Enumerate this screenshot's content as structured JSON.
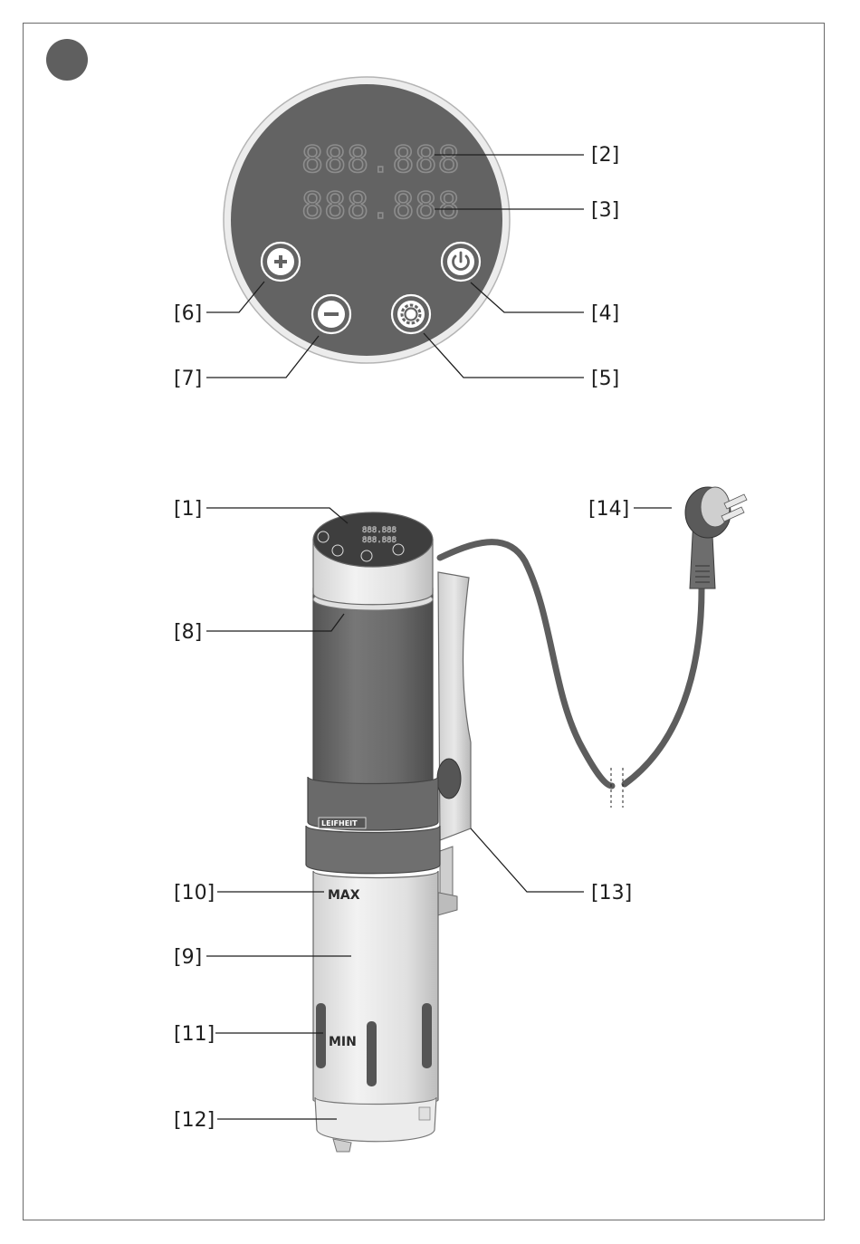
{
  "panel": {
    "display_top": "888.888",
    "display_bottom": "888.888"
  },
  "device": {
    "brand": "LEIFHEIT",
    "max_mark": "MAX",
    "min_mark": "MIN"
  },
  "callouts": {
    "c1": "[1]",
    "c2": "[2]",
    "c3": "[3]",
    "c4": "[4]",
    "c5": "[5]",
    "c6": "[6]",
    "c7": "[7]",
    "c8": "[8]",
    "c9": "[9]",
    "c10": "[10]",
    "c11": "[11]",
    "c12": "[12]",
    "c13": "[13]",
    "c14": "[14]"
  },
  "icons": {
    "section_marker": "filled-circle",
    "plus_button": "plus-icon",
    "minus_button": "minus-icon",
    "power_button": "power-icon",
    "settings_button": "gear-icon"
  },
  "colors": {
    "panel_face": "#636363",
    "panel_ring": "#ededed",
    "display_segments": "#8d8d8d",
    "tube_dark": "#686868",
    "tube_steel": "#e2e2e2",
    "cable": "#5d5d5d"
  }
}
